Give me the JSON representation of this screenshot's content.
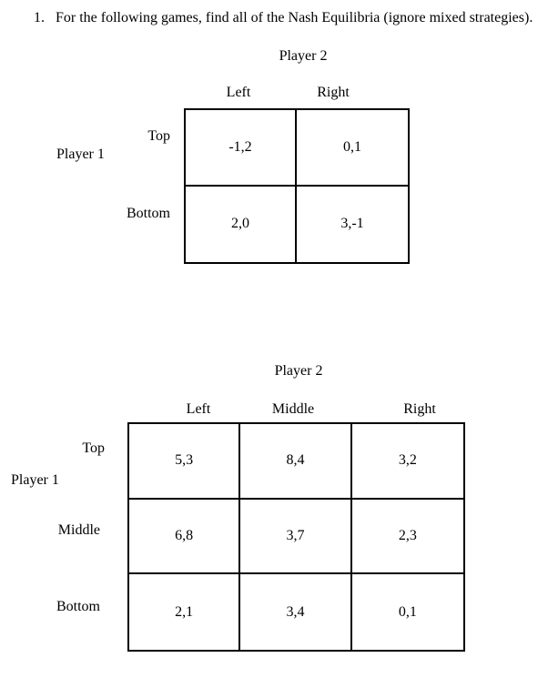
{
  "title": {
    "number": "1.",
    "text": "For the following games, find all of the Nash Equilibria (ignore mixed strategies)."
  },
  "game1": {
    "column_player": "Player 2",
    "row_player": "Player 1",
    "col_headers": [
      "Left",
      "Right"
    ],
    "row_headers": [
      "Top",
      "Bottom"
    ],
    "payoffs": [
      [
        "-1,2",
        "0,1"
      ],
      [
        "2,0",
        "3,-1"
      ]
    ]
  },
  "game2": {
    "column_player": "Player 2",
    "row_player": "Player 1",
    "col_headers": [
      "Left",
      "Middle",
      "Right"
    ],
    "row_headers": [
      "Top",
      "Middle",
      "Bottom"
    ],
    "payoffs": [
      [
        "5,3",
        "8,4",
        "3,2"
      ],
      [
        "6,8",
        "3,7",
        "2,3"
      ],
      [
        "2,1",
        "3,4",
        "0,1"
      ]
    ]
  },
  "colors": {
    "text": "#000000",
    "background": "#ffffff",
    "table_border": "#000000"
  }
}
